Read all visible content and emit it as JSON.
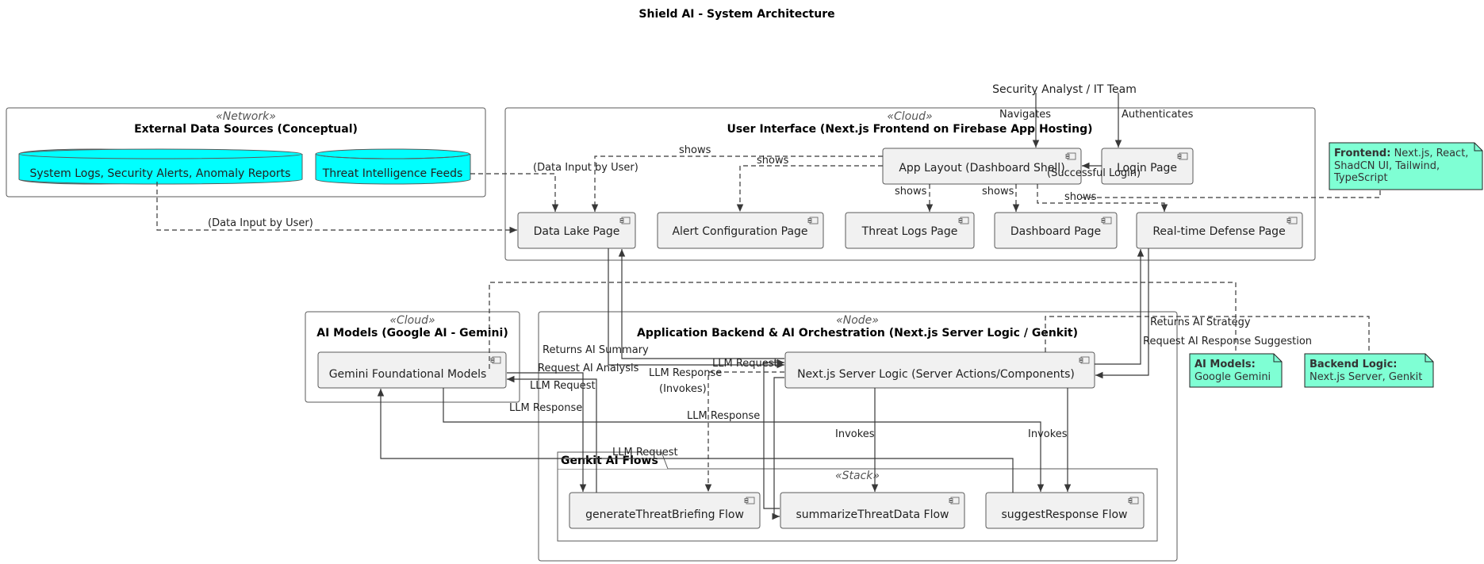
{
  "title": "Shield AI - System Architecture",
  "actor": {
    "label": "Security Analyst / IT Team"
  },
  "packages": {
    "external": {
      "stereotype": "«Network»",
      "title": "External Data Sources (Conceptual)"
    },
    "ui": {
      "stereotype": "«Cloud»",
      "title": "User Interface (Next.js Frontend on Firebase App Hosting)"
    },
    "models": {
      "stereotype": "«Cloud»",
      "title": "AI Models (Google AI - Gemini)"
    },
    "backend": {
      "stereotype": "«Node»",
      "title": "Application Backend & AI Orchestration (Next.js Server Logic / Genkit)"
    },
    "genkit": {
      "tab": "Genkit AI Flows",
      "stereotype": "«Stack»"
    }
  },
  "databases": {
    "logs": "System Logs, Security Alerts, Anomaly Reports",
    "intel": "Threat Intelligence Feeds"
  },
  "components": {
    "app_layout": "App Layout (Dashboard Shell)",
    "login": "Login Page",
    "data_lake": "Data Lake Page",
    "alert_config": "Alert Configuration Page",
    "threat_logs": "Threat Logs Page",
    "dashboard": "Dashboard Page",
    "realtime": "Real-time Defense Page",
    "gemini": "Gemini Foundational Models",
    "server": "Next.js Server Logic (Server Actions/Components)",
    "briefing": "generateThreatBriefing Flow",
    "summarize": "summarizeThreatData Flow",
    "suggest": "suggestResponse Flow"
  },
  "notes": {
    "frontend": {
      "head": "Frontend:",
      "rest1": " Next.js, React,",
      "line2": "ShadCN UI, Tailwind,",
      "line3": "TypeScript"
    },
    "ai_models": {
      "head": "AI Models:",
      "line2": "Google Gemini"
    },
    "backend_logic": {
      "head": "Backend Logic:",
      "line2": "Next.js Server, Genkit"
    }
  },
  "edges": {
    "navigates": "Navigates",
    "authenticates": "Authenticates",
    "successful_login": "(Successful Login)",
    "shows": "shows",
    "data_input_user": "(Data Input by User)",
    "returns_ai_summary": "Returns AI Summary",
    "request_ai_analysis": "Request AI Analysis",
    "llm_request": "LLM Request",
    "llm_response": "LLM Response",
    "invokes_paren": "(Invokes)",
    "invokes": "Invokes",
    "returns_ai_strategy": "Returns AI Strategy",
    "request_ai_response_suggestion": "Request AI Response Suggestion"
  }
}
